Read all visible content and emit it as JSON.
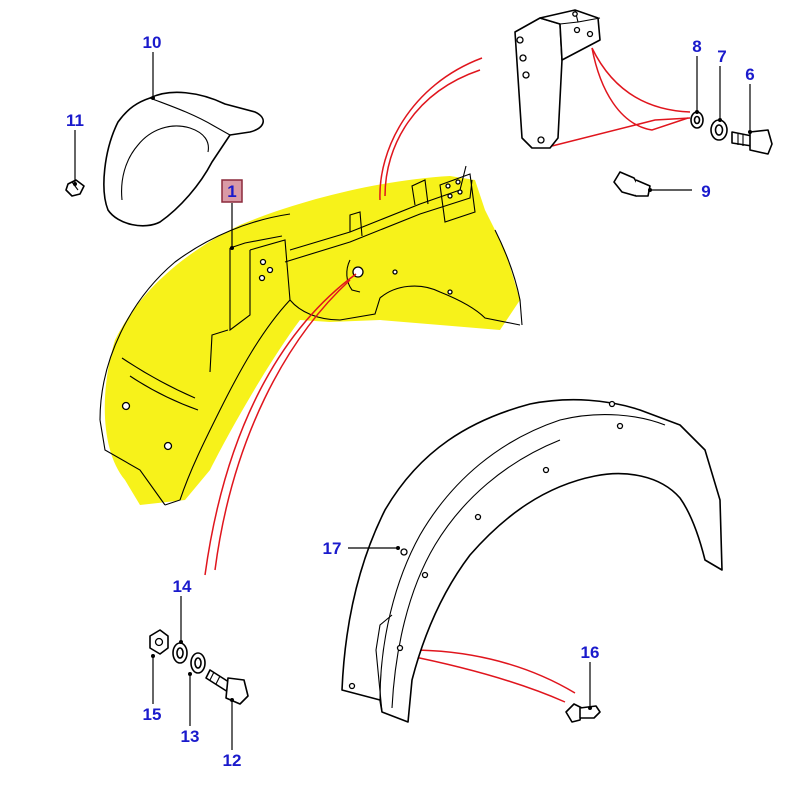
{
  "colors": {
    "callout_text": "#1a1acc",
    "highlight": "#f7f21a",
    "leader_red": "#e0151d",
    "badge_fill": "#d99aa6",
    "badge_border": "#8c2a3c",
    "outline": "#000000"
  },
  "callouts": {
    "c1": "1",
    "c6": "6",
    "c7": "7",
    "c8": "8",
    "c9": "9",
    "c10": "10",
    "c11": "11",
    "c12": "12",
    "c13": "13",
    "c14": "14",
    "c15": "15",
    "c16": "16",
    "c17": "17"
  },
  "parts": {
    "p1": "wheel-arch-liner-highlighted",
    "p6": "bolt",
    "p7": "washer",
    "p8": "washer",
    "p9": "clip",
    "p10": "mud-flap-cover",
    "p11": "screw",
    "p12": "bolt",
    "p13": "washer",
    "p14": "washer",
    "p15": "nut",
    "p16": "push-rivet",
    "p17": "wheel-arch-extension",
    "bracket": "mounting-bracket"
  }
}
